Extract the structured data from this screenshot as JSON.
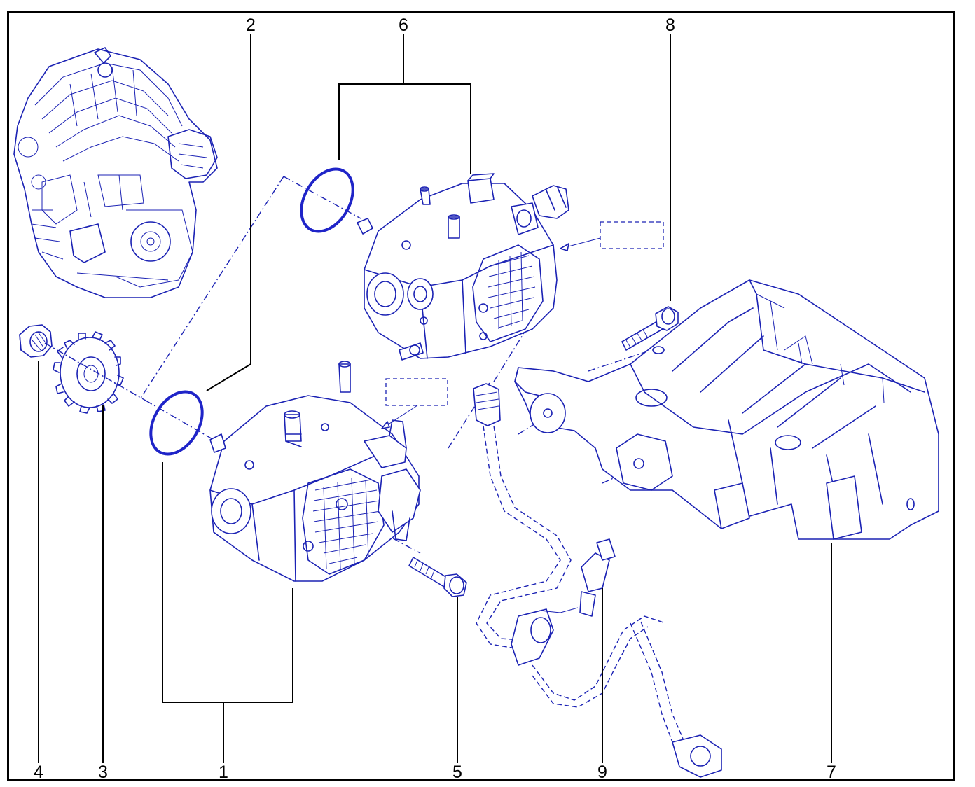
{
  "diagram": {
    "callouts": [
      {
        "id": "c1",
        "label": "1"
      },
      {
        "id": "c2",
        "label": "2"
      },
      {
        "id": "c3",
        "label": "3"
      },
      {
        "id": "c4",
        "label": "4"
      },
      {
        "id": "c5",
        "label": "5"
      },
      {
        "id": "c6",
        "label": "6"
      },
      {
        "id": "c7",
        "label": "7"
      },
      {
        "id": "c8",
        "label": "8"
      },
      {
        "id": "c9",
        "label": "9"
      }
    ],
    "colors": {
      "line_art": "#1b22b4",
      "leader_lines": "#000000",
      "frame": "#000000",
      "background": "#ffffff"
    },
    "parts": [
      {
        "callout": "1",
        "icon": "high-pressure-pump-icon"
      },
      {
        "callout": "2",
        "icon": "o-ring-seal-icon"
      },
      {
        "callout": "3",
        "icon": "pump-drive-gear-icon"
      },
      {
        "callout": "4",
        "icon": "gear-nut-icon"
      },
      {
        "callout": "5",
        "icon": "mounting-bolt-icon"
      },
      {
        "callout": "6",
        "icon": "pump-assembly-icon"
      },
      {
        "callout": "7",
        "icon": "pump-bracket-icon"
      },
      {
        "callout": "8",
        "icon": "bracket-bolt-icon"
      },
      {
        "callout": "9",
        "icon": "sensor-harness-icon"
      }
    ]
  }
}
